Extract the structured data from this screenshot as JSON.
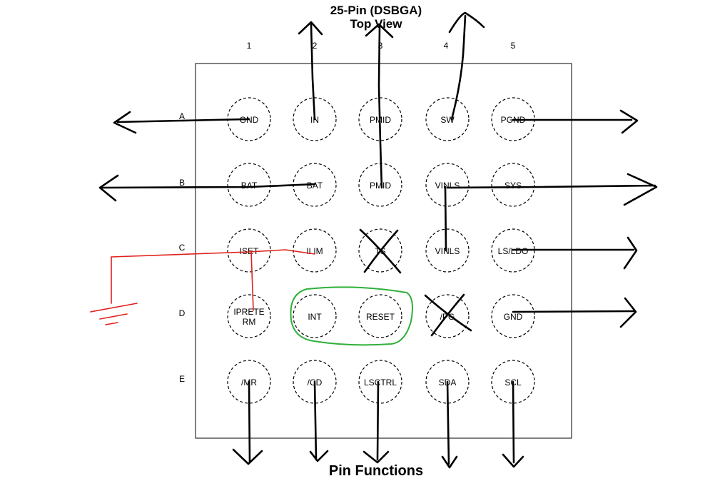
{
  "diagram": {
    "title_line1": "25-Pin (DSBGA)",
    "title_line2": "Top View",
    "footer": "Pin Functions",
    "columns": [
      "1",
      "2",
      "3",
      "4",
      "5"
    ],
    "rows": [
      "A",
      "B",
      "C",
      "D",
      "E"
    ],
    "pins": [
      [
        "GND",
        "IN",
        "PMID",
        "SW",
        "PGND"
      ],
      [
        "BAT",
        "BAT",
        "PMID",
        "VINLS",
        "SYS"
      ],
      [
        "ISET",
        "ILIM",
        "TS",
        "VINLS",
        "LS/LDO"
      ],
      [
        [
          "IPRETE",
          "RM"
        ],
        "INT",
        "RESET",
        "/PG",
        "GND"
      ],
      [
        "/MR",
        "/CD",
        "LSCTRL",
        "SDA",
        "SCL"
      ]
    ],
    "crossed_pins": [
      "TS",
      "/PG"
    ],
    "grouped_pins": [
      "INT",
      "RESET"
    ],
    "colors": {
      "ink": "#000000",
      "annotation_red": "#e0201a",
      "group_green": "#2fb03a"
    }
  }
}
